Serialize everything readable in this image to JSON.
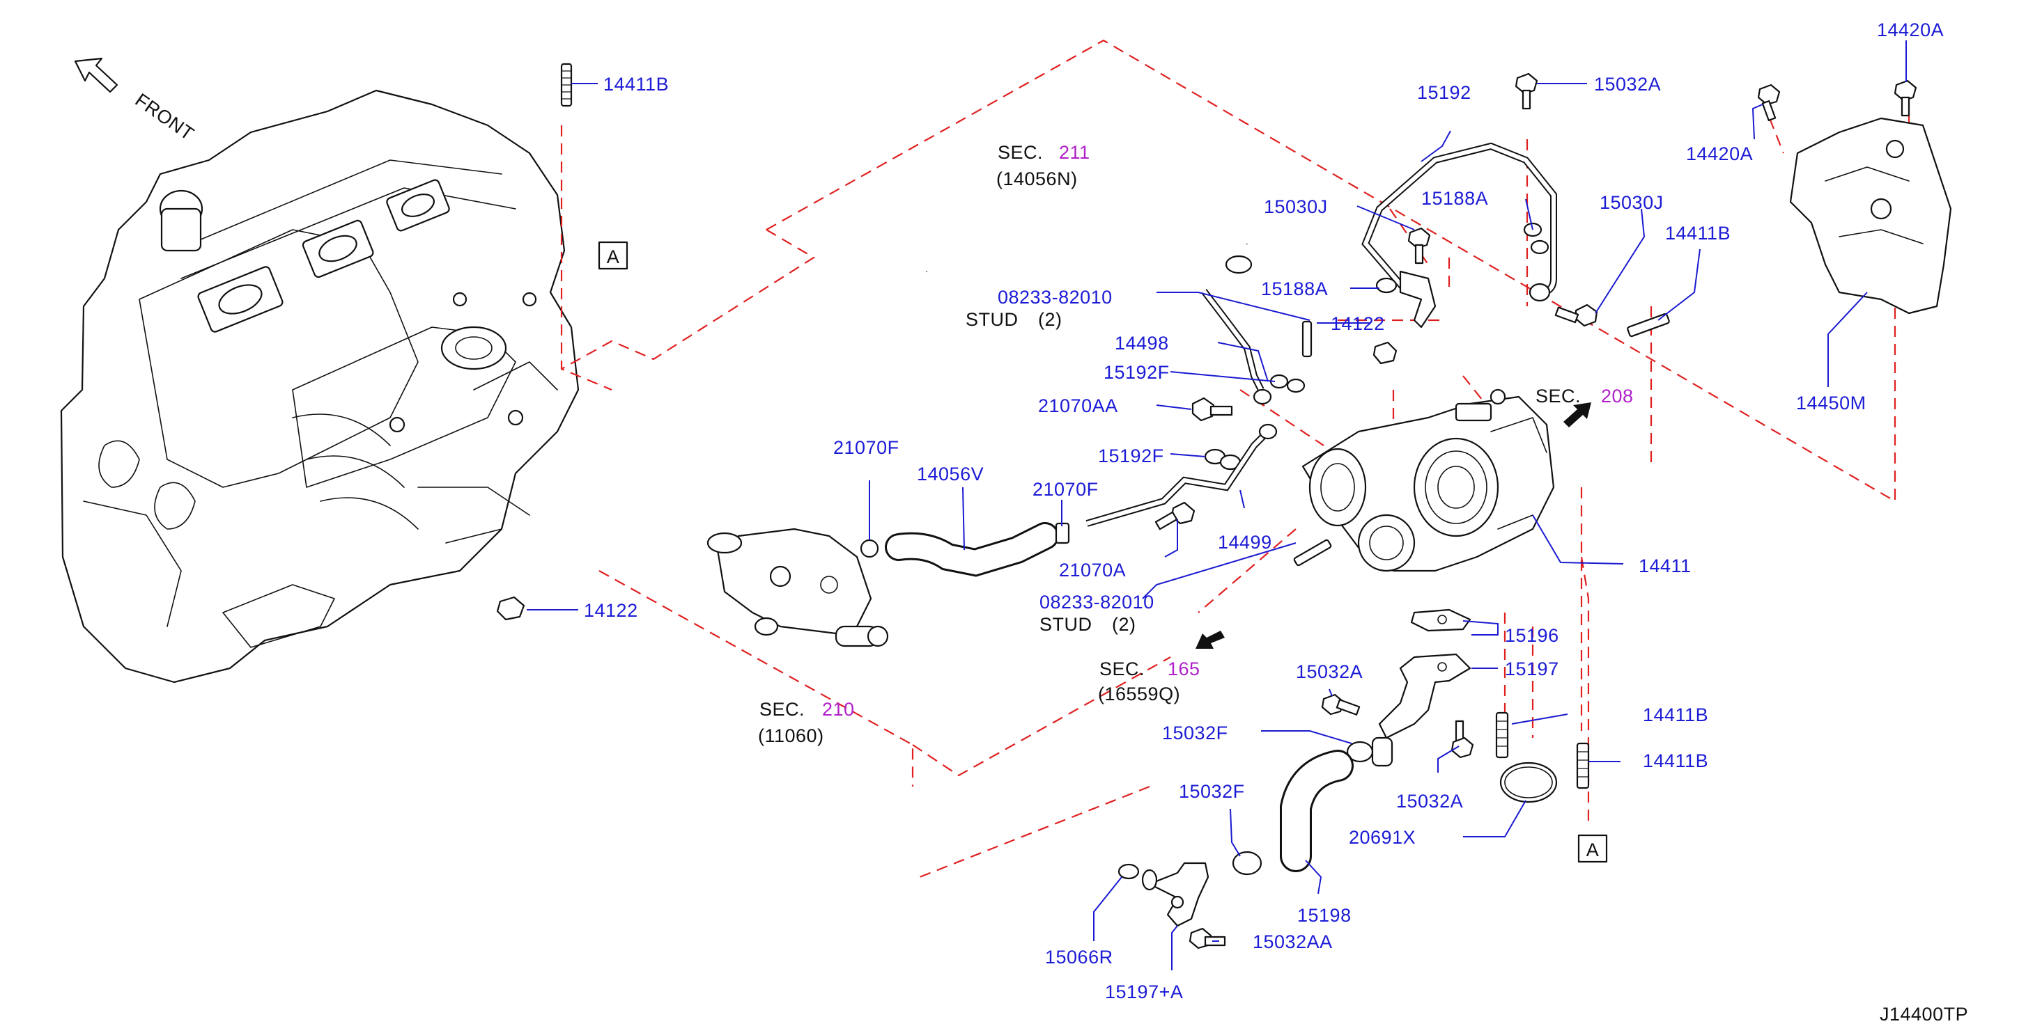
{
  "front_label": "FRONT",
  "reference_marker": "A",
  "diagram_code": "J14400TP",
  "stud_note": "STUD",
  "stud_qty": "(2)",
  "sec_prefix": "SEC.",
  "sections": {
    "s211": {
      "num": "211",
      "sub": "(14056N)"
    },
    "s208": {
      "num": "208"
    },
    "s210": {
      "num": "210",
      "sub": "(11060)"
    },
    "s165": {
      "num": "165",
      "sub": "(16559Q)"
    }
  },
  "parts": {
    "p14411B_top": "14411B",
    "p14122_left": "14122",
    "p15192": "15192",
    "p15032A_top": "15032A",
    "p15030J_left": "15030J",
    "p15188A_top": "15188A",
    "p15030J_right": "15030J",
    "p14411B_right": "14411B",
    "p15188A_mid": "15188A",
    "p14122_mid": "14122",
    "p08233_top": "08233-82010",
    "p14498": "14498",
    "p15192F_top": "15192F",
    "p21070AA": "21070AA",
    "p15192F_mid": "15192F",
    "p21070F_left": "21070F",
    "p14056V": "14056V",
    "p21070F_mid": "21070F",
    "p14499": "14499",
    "p21070A": "21070A",
    "p08233_bottom": "08233-82010",
    "p14411": "14411",
    "p15196": "15196",
    "p15197": "15197",
    "p15032A_mid": "15032A",
    "p15032F_top": "15032F",
    "p14411B_b1": "14411B",
    "p14411B_b2": "14411B",
    "p15032A_low": "15032A",
    "p20691X": "20691X",
    "p15032F_low": "15032F",
    "p15198": "15198",
    "p15066R": "15066R",
    "p15032AA": "15032AA",
    "p15197A": "15197+A",
    "p14420A_top": "14420A",
    "p14420A_left": "14420A",
    "p14450M": "14450M"
  }
}
